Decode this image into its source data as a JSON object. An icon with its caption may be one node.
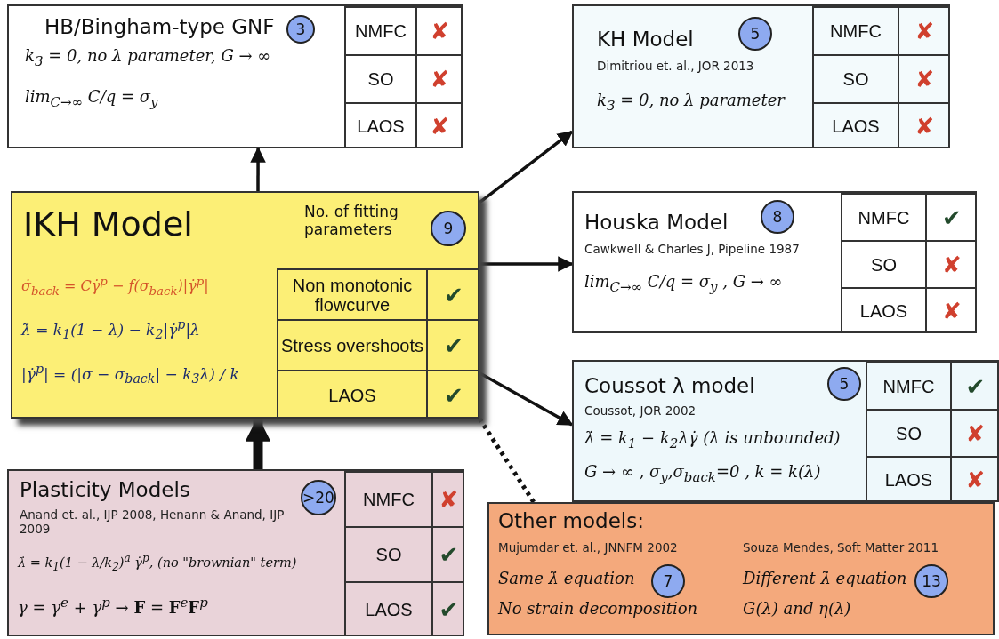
{
  "diagram": {
    "nodes": [
      {
        "text": [
          "HB/Bingham-type GNF",
          "k$_{3}$ = 0, no λ parameter, G → ∞",
          "lim$_{C→∞}$ C/q = σ$_{y}$"
        ]
      },
      {
        "text": [
          "3"
        ],
        "in": 0
      },
      {
        "text": [
          "NMFC",
          "✘"
        ],
        "in": 0
      },
      {
        "text": [
          "SO",
          "✘"
        ],
        "in": 0
      },
      {
        "text": [
          "LAOS",
          "✘"
        ],
        "in": 0
      },
      {
        "text": [
          "KH Model",
          "Dimitriou et. al., JOR 2013",
          "k$_{3}$ = 0, no λ parameter"
        ]
      },
      {
        "text": [
          "5"
        ],
        "in": 5
      },
      {
        "text": [
          "NMFC",
          "✘"
        ],
        "in": 5
      },
      {
        "text": [
          "SO",
          "✘"
        ],
        "in": 5
      },
      {
        "text": [
          "LAOS",
          "✘"
        ],
        "in": 5
      },
      {
        "text": [
          "IKH Model",
          "No. of fitting parameters",
          "σ̇$_{back}$ = Cγ̇$^{p}$ − f(σ$_{back}$)|γ̇$^{p}$|",
          "λ̇ = k$_{1}$(1 − λ) − k$_{2}$|γ̇$^{p}$|λ",
          "|γ̇$^{p}$| = (|σ − σ$_{back}$| − k$_{3}$λ) / k"
        ]
      },
      {
        "text": [
          "9"
        ],
        "in": 10
      },
      {
        "text": [
          "Non monotonic flowcurve",
          "✔"
        ],
        "in": 10
      },
      {
        "text": [
          "Stress overshoots",
          "✔"
        ],
        "in": 10
      },
      {
        "text": [
          "LAOS",
          "✔"
        ],
        "in": 10
      },
      {
        "text": [
          "Houska Model",
          "Cawkwell & Charles J, Pipeline 1987",
          "lim$_{C→∞}$ C/q = σ$_{y}$ , G → ∞"
        ]
      },
      {
        "text": [
          "8"
        ],
        "in": 15
      },
      {
        "text": [
          "NMFC",
          "✔"
        ],
        "in": 15
      },
      {
        "text": [
          "SO",
          "✘"
        ],
        "in": 15
      },
      {
        "text": [
          "LAOS",
          "✘"
        ],
        "in": 15
      },
      {
        "text": [
          "Coussot λ model",
          "Coussot, JOR 2002",
          "λ̇ = k$_{1}$ − k$_{2}$λγ̇  (λ is unbounded)",
          "G → ∞ , σ$_{y}$,σ$_{back}$=0 , k = k(λ)"
        ]
      },
      {
        "text": [
          "5"
        ],
        "in": 20
      },
      {
        "text": [
          "NMFC",
          "✔"
        ],
        "in": 20
      },
      {
        "text": [
          "SO",
          "✘"
        ],
        "in": 20
      },
      {
        "text": [
          "LAOS",
          "✘"
        ],
        "in": 20
      },
      {
        "text": [
          "Plasticity Models",
          "Anand et. al., IJP 2008, Henann & Anand, IJP 2009",
          "λ̇ = k$_{1}$(1 − λ/k$_{2}$)$^{a}$ γ̇$^{p}$, (no \"brownian\" term)",
          "γ = γ$^{e}$ + γ$^{p}$ → **F** = **F**$^{e}$**F**$^{p}$"
        ]
      },
      {
        "text": [
          ">20"
        ],
        "in": 25
      },
      {
        "text": [
          "NMFC",
          "✘"
        ],
        "in": 25
      },
      {
        "text": [
          "SO",
          "✔"
        ],
        "in": 25
      },
      {
        "text": [
          "LAOS",
          "✔"
        ],
        "in": 25
      },
      {
        "text": [
          "Other models:",
          "Mujumdar et. al., JNNFM 2002",
          "Souza Mendes, Soft Matter 2011",
          "Same λ̇ equation",
          "Different λ̇ equation",
          "No strain decomposition",
          "G(λ) and η(λ)"
        ]
      },
      {
        "text": [
          "7"
        ],
        "in": 30
      },
      {
        "text": [
          "13"
        ],
        "in": 30
      }
    ],
    "edges": [
      {
        "from": 10,
        "to": 0,
        "arrow": "to"
      },
      {
        "from": 10,
        "to": 5,
        "arrow": "to"
      },
      {
        "from": 10,
        "to": 15,
        "arrow": "to"
      },
      {
        "from": 10,
        "to": 20,
        "arrow": "to"
      },
      {
        "from": 10,
        "to": 30,
        "arrow": "none",
        "style": "dashed"
      },
      {
        "from": 25,
        "to": 10,
        "arrow": "to",
        "style": "thick"
      }
    ]
  }
}
